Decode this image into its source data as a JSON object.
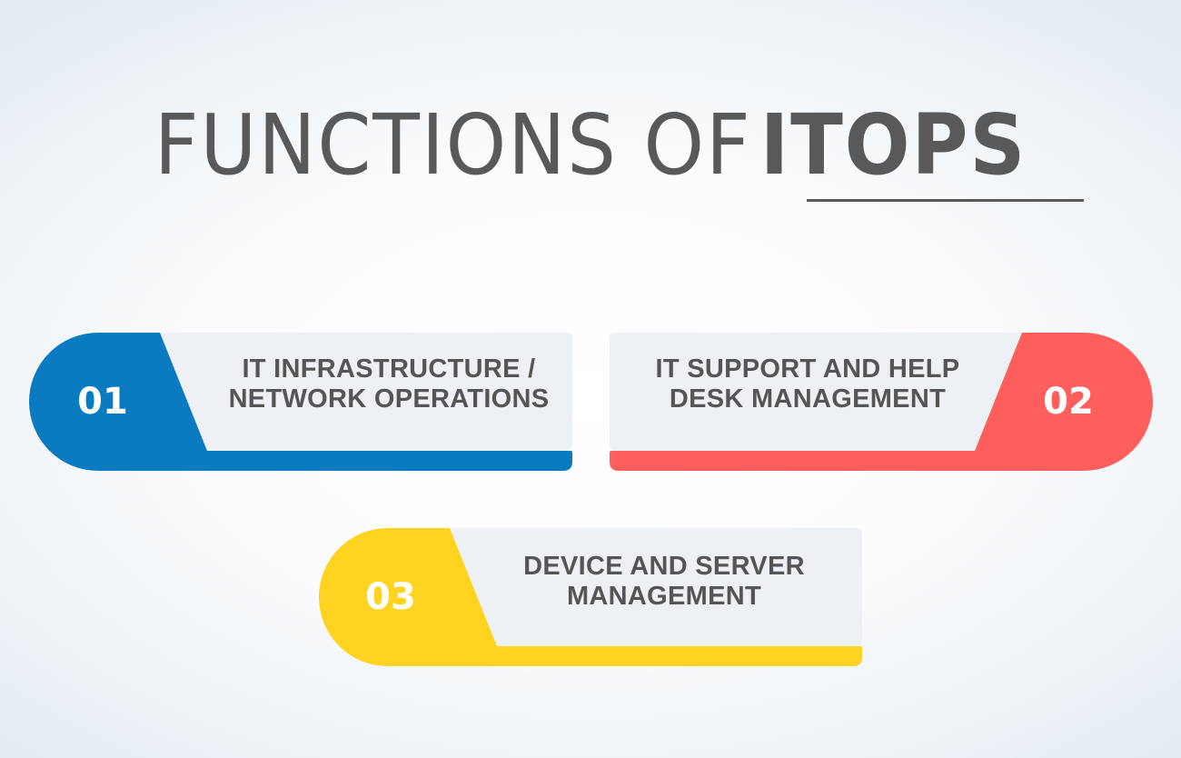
{
  "title": {
    "prefix": "FUNCTIONS OF",
    "emphasis": "ITOPS",
    "text_color": "#595959"
  },
  "functions": [
    {
      "number": "01",
      "line1": "IT INFRASTRUCTURE /",
      "line2": "NETWORK OPERATIONS",
      "color": "#0a7bc1"
    },
    {
      "number": "02",
      "line1": "IT SUPPORT AND HELP",
      "line2": "DESK MANAGEMENT",
      "color": "#ff5f5c"
    },
    {
      "number": "03",
      "line1": "DEVICE AND SERVER",
      "line2": "MANAGEMENT",
      "color": "#ffd320"
    }
  ],
  "panel_color": "#edf1f5"
}
